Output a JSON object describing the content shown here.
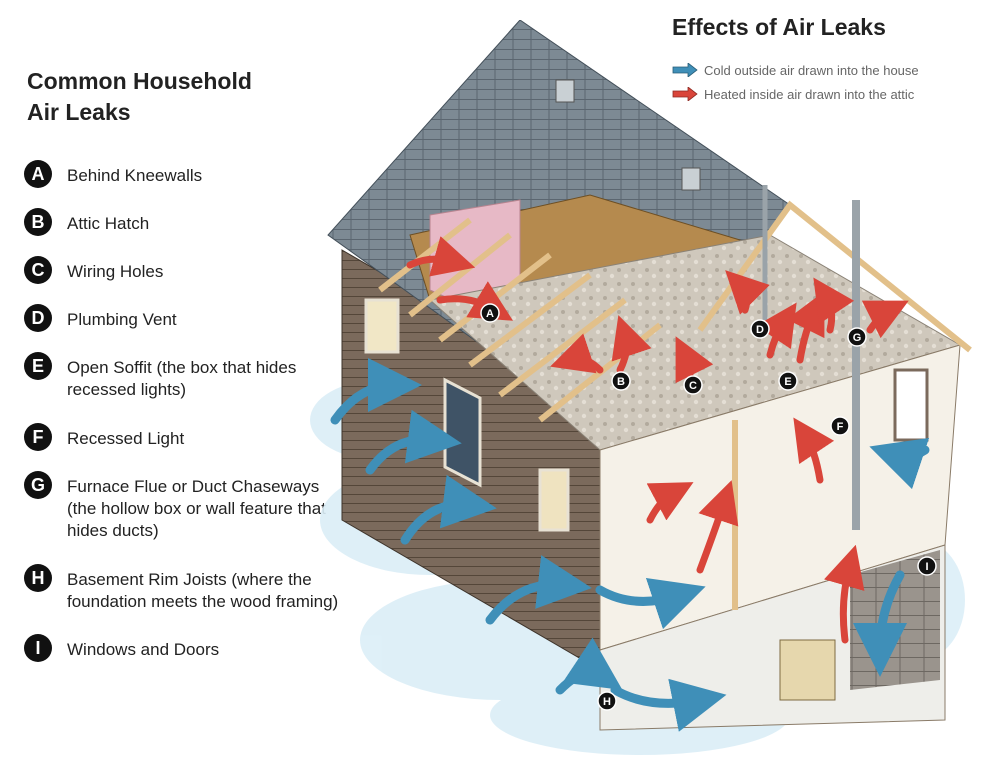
{
  "left_panel": {
    "title_line1": "Common Household",
    "title_line2": "Air Leaks",
    "items": [
      {
        "letter": "A",
        "label": "Behind Kneewalls"
      },
      {
        "letter": "B",
        "label": "Attic Hatch"
      },
      {
        "letter": "C",
        "label": "Wiring Holes"
      },
      {
        "letter": "D",
        "label": "Plumbing Vent"
      },
      {
        "letter": "E",
        "label_line1": "Open Soffit (the box that hides",
        "label_line2": "recessed lights)"
      },
      {
        "letter": "F",
        "label": "Recessed Light"
      },
      {
        "letter": "G",
        "label_line1": "Furnace Flue or Duct Chaseways",
        "label_line2": "(the hollow box or wall feature that",
        "label_line3": "hides ducts)"
      },
      {
        "letter": "H",
        "label_line1": "Basement Rim Joists (where the",
        "label_line2": "foundation meets the wood framing)"
      },
      {
        "letter": "I",
        "label": "Windows and Doors"
      }
    ]
  },
  "effects": {
    "title": "Effects of Air Leaks",
    "cold_label": "Cold outside air drawn into the house",
    "hot_label": "Heated inside air drawn into the attic"
  },
  "colors": {
    "cold_arrow": "#3f8fb8",
    "hot_arrow": "#d9453a",
    "roof": "#7d8a94",
    "siding": "#7b6a5c",
    "framing": "#e2c08a",
    "insulation": "#c9c2b6"
  },
  "callouts": [
    "A",
    "B",
    "C",
    "D",
    "E",
    "F",
    "G",
    "H",
    "I"
  ]
}
